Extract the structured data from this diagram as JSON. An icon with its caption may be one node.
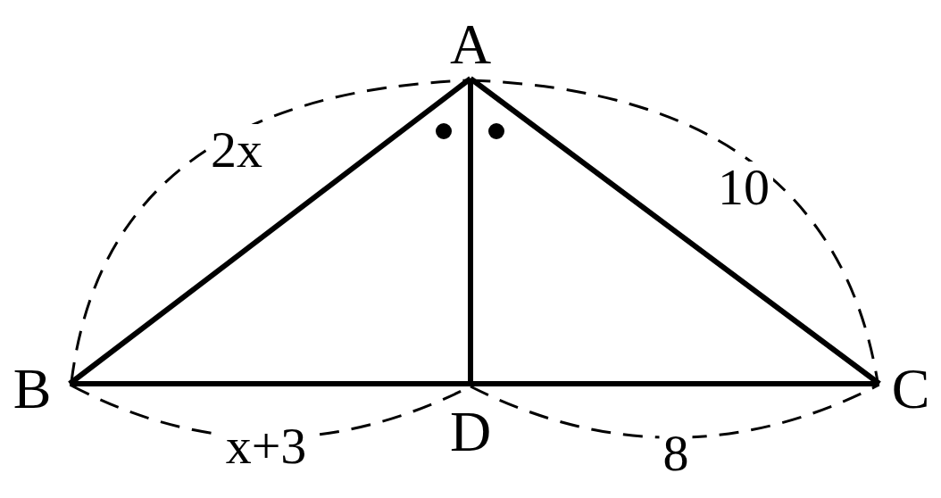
{
  "diagram": {
    "nodes": [
      {
        "text": [
          "A"
        ]
      },
      {
        "text": [
          "B"
        ]
      },
      {
        "text": [
          "C"
        ]
      },
      {
        "text": [
          "D"
        ]
      }
    ],
    "edges": [
      {
        "from": 0,
        "to": 1,
        "arrow": "none"
      },
      {
        "from": 0,
        "to": 2,
        "arrow": "none"
      },
      {
        "from": 0,
        "to": 3,
        "arrow": "none"
      },
      {
        "from": 1,
        "to": 3,
        "arrow": "none"
      },
      {
        "from": 3,
        "to": 2,
        "arrow": "none"
      }
    ],
    "labels": [
      "2x",
      "10",
      "x+3",
      "8"
    ]
  }
}
